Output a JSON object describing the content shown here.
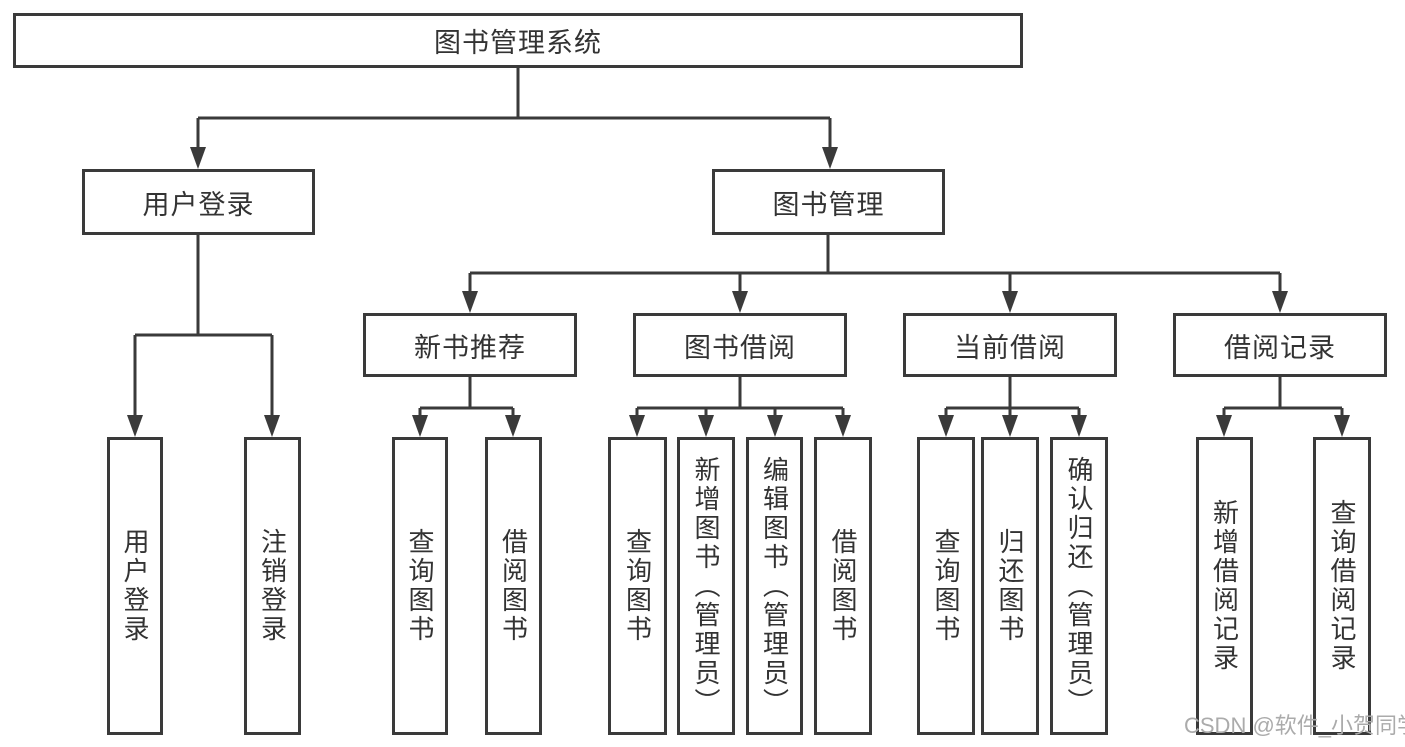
{
  "diagram_title": "图书管理系统",
  "tree": {
    "root": "图书管理系统",
    "branches": [
      {
        "label": "用户登录",
        "children": [
          {
            "label": "用户登录"
          },
          {
            "label": "注销登录"
          }
        ]
      },
      {
        "label": "图书管理",
        "children": [
          {
            "label": "新书推荐",
            "children": [
              {
                "label": "查询图书"
              },
              {
                "label": "借阅图书"
              }
            ]
          },
          {
            "label": "图书借阅",
            "children": [
              {
                "label": "查询图书"
              },
              {
                "label": "新增图书（管理员）"
              },
              {
                "label": "编辑图书（管理员）"
              },
              {
                "label": "借阅图书"
              }
            ]
          },
          {
            "label": "当前借阅",
            "children": [
              {
                "label": "查询图书"
              },
              {
                "label": "归还图书"
              },
              {
                "label": "确认归还（管理员）"
              }
            ]
          },
          {
            "label": "借阅记录",
            "children": [
              {
                "label": "新增借阅记录"
              },
              {
                "label": "查询借阅记录"
              }
            ]
          }
        ]
      }
    ]
  },
  "watermark": {
    "text": "CSDN @软件_小贺同学",
    "color": "#ababab"
  },
  "colors": {
    "line": "#3a3a3a",
    "box_border": "#3a3a3a",
    "box_fill": "#ffffff",
    "text": "#333333",
    "background": "#ffffff"
  }
}
